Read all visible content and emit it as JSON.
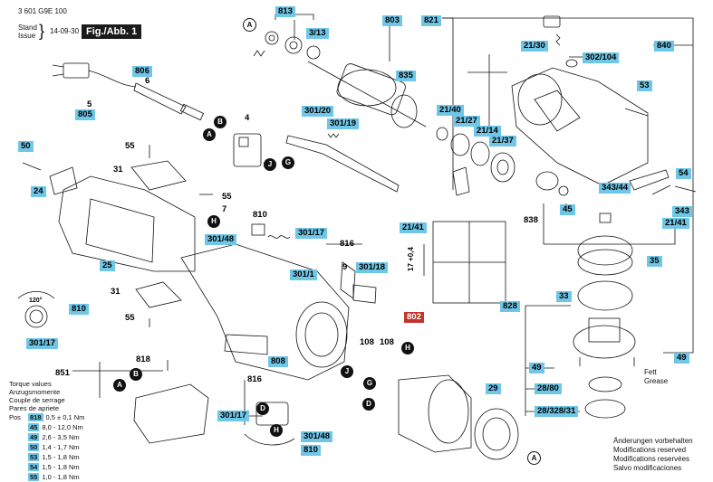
{
  "header": {
    "part_no": "3 601 G9E 100",
    "stand_label": "Stand",
    "issue_label": "Issue",
    "date": "14-09-30",
    "figure": "Fig./Abb. 1"
  },
  "callouts": {
    "c813": "813",
    "c3_13": "3/13",
    "c803": "803",
    "c835": "835",
    "c821": "821",
    "c21_30": "21/30",
    "c840": "840",
    "c302_104": "302/104",
    "c806": "806",
    "c6": "6",
    "c5": "5",
    "c805": "805",
    "c4": "4",
    "c301_20": "301/20",
    "c301_19": "301/19",
    "c21_40": "21/40",
    "c21_27": "21/27",
    "c21_14": "21/14",
    "c21_37": "21/37",
    "c53": "53",
    "c50": "50",
    "c55a": "55",
    "c31a": "31",
    "c24": "24",
    "c55b": "55",
    "c7": "7",
    "c810a": "810",
    "c301_48a": "301/48",
    "c301_17a": "301/17",
    "c816a": "816",
    "c25": "25",
    "c9": "9",
    "c301_18": "301/18",
    "c301_1": "301/1",
    "c31b": "31",
    "c55c": "55",
    "c810b": "810",
    "c301_17b": "301/17",
    "c21_41a": "21/41",
    "c17_04": "17 +0,4",
    "c54": "54",
    "c343_44": "343/44",
    "c838": "838",
    "c45": "45",
    "c343": "343",
    "c21_41b": "21/41",
    "c35": "35",
    "c828": "828",
    "c33": "33",
    "c802": "802",
    "c108a": "108",
    "c108b": "108",
    "c818": "818",
    "c851": "851",
    "c808": "808",
    "c816b": "816",
    "c301_17c": "301/17",
    "c301_48b": "301/48",
    "c810c": "810",
    "c29": "29",
    "c49a": "49",
    "c49b": "49",
    "c28_80": "28/80",
    "c28_328_31": "28/328/31",
    "c120": "120°"
  },
  "letters": {
    "A": "A",
    "B": "B",
    "G": "G",
    "H": "H",
    "J": "J",
    "D": "D"
  },
  "grease": {
    "fett": "Fett",
    "grease": "Grease"
  },
  "torque": {
    "title_en": "Torque values",
    "title_de": "Anzugsmomente",
    "title_fr": "Couple de serrage",
    "title_es": "Pares de apriete",
    "pos_label": "Pos",
    "rows": [
      {
        "pos": "818",
        "val": "0,5 ± 0,1 Nm"
      },
      {
        "pos": "45",
        "val": "8,0 - 12,0 Nm"
      },
      {
        "pos": "49",
        "val": "2,6 - 3,5 Nm"
      },
      {
        "pos": "50",
        "val": "1,4 - 1,7 Nm"
      },
      {
        "pos": "53",
        "val": "1,5 - 1,8 Nm"
      },
      {
        "pos": "54",
        "val": "1,5 - 1,8 Nm"
      },
      {
        "pos": "55",
        "val": "1,0 - 1,8 Nm"
      }
    ]
  },
  "footer": {
    "de": "Änderungen vorbehalten",
    "en": "Modifications reserved",
    "fr": "Modifications reservées",
    "es": "Salvo modificaciones"
  }
}
